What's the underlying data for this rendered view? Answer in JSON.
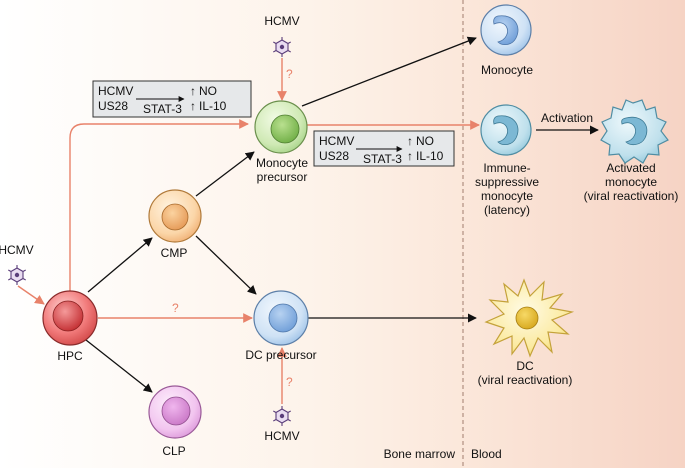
{
  "regions": {
    "bone_marrow": "Bone marrow",
    "blood": "Blood"
  },
  "virus_label": "HCMV",
  "question_mark": "?",
  "cells": {
    "hpc": "HPC",
    "cmp": "CMP",
    "clp": "CLP",
    "monocyte_precursor": [
      "Monocyte",
      "precursor"
    ],
    "dc_precursor": "DC precursor",
    "monocyte": "Monocyte",
    "immune_suppressive_monocyte": [
      "Immune-",
      "suppressive",
      "monocyte",
      "(latency)"
    ],
    "activated_monocyte": [
      "Activated",
      "monocyte",
      "(viral reactivation)"
    ],
    "dc": [
      "DC",
      "(viral reactivation)"
    ]
  },
  "activation_label": "Activation",
  "signal_box": {
    "line1_left": "HCMV",
    "line2_left": "US28",
    "pathway": "STAT-3",
    "out1": "NO",
    "out2": "IL-10",
    "up_arrow": "↑"
  },
  "colors": {
    "accent_arrow": "#e8826a",
    "black_arrow": "#111111",
    "box_fill": "#e6e8ea",
    "divider": "#b09080"
  }
}
